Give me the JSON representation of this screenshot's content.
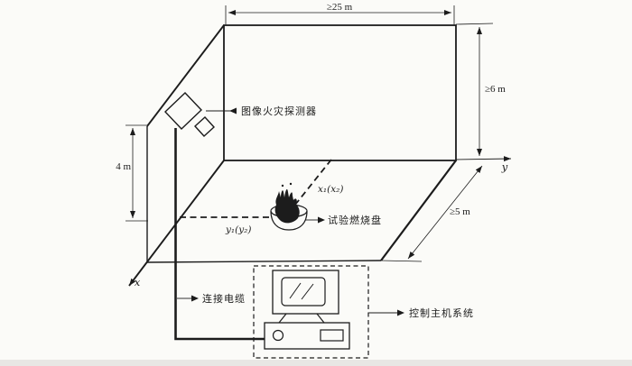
{
  "figure": {
    "background_color": "#fbfbf8",
    "ink_color": "#1c1c1c",
    "description": "Isometric line diagram of an image fire detector test room with burn dish and control host computer"
  },
  "dimensions": {
    "room_length": "≥25 m",
    "room_height": "≥6 m",
    "room_depth": "≥5 m",
    "detector_height": "4 m"
  },
  "labels": {
    "detector": "图像火灾探测器",
    "burn_dish": "试验燃烧盘",
    "cable": "连接电缆",
    "host_system": "控制主机系统"
  },
  "axes": {
    "x": "x",
    "y": "y",
    "fire_x": "x₁(x₂)",
    "fire_y": "y₁(y₂)"
  }
}
